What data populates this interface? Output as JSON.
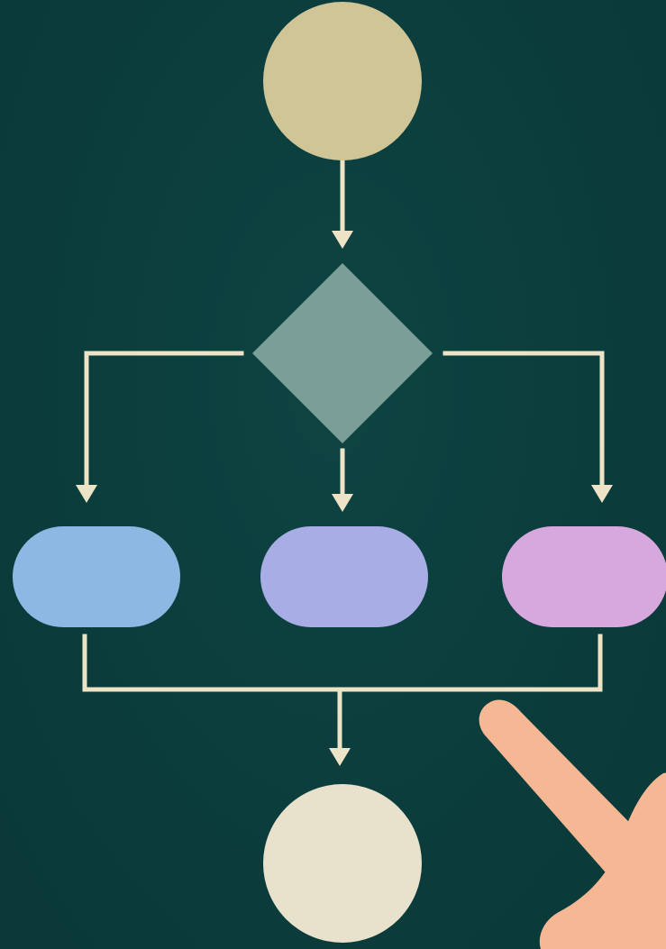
{
  "colors": {
    "background": "#0b3d3c",
    "connector": "#ede3c6",
    "start_node": "#cfc597",
    "decision_node": "#7a9f97",
    "process_left": "#8db8e4",
    "process_middle": "#a8ade6",
    "process_right": "#d6a8dd",
    "end_node": "#e8e1cb",
    "hand": "#f6b894"
  },
  "nodes": [
    {
      "id": "start",
      "shape": "circle",
      "label": ""
    },
    {
      "id": "decision",
      "shape": "diamond",
      "label": ""
    },
    {
      "id": "process-left",
      "shape": "pill",
      "label": ""
    },
    {
      "id": "process-middle",
      "shape": "pill",
      "label": ""
    },
    {
      "id": "process-right",
      "shape": "pill",
      "label": ""
    },
    {
      "id": "end",
      "shape": "circle",
      "label": ""
    }
  ],
  "edges": [
    {
      "from": "start",
      "to": "decision"
    },
    {
      "from": "decision",
      "to": "process-left"
    },
    {
      "from": "decision",
      "to": "process-middle"
    },
    {
      "from": "decision",
      "to": "process-right"
    },
    {
      "from": "process-left",
      "to": "end"
    },
    {
      "from": "process-middle",
      "to": "end"
    },
    {
      "from": "process-right",
      "to": "end"
    }
  ],
  "decorations": [
    {
      "name": "pointing-hand-icon"
    }
  ]
}
